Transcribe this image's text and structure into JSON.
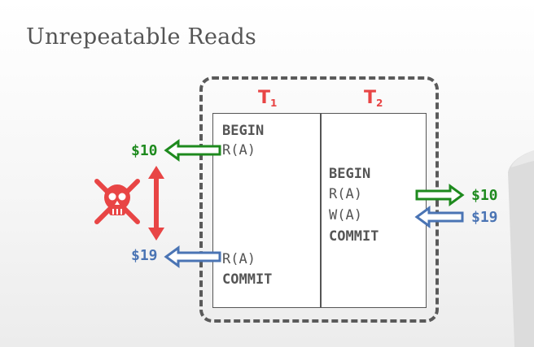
{
  "title": "Unrepeatable Reads",
  "transactions": [
    {
      "id": "T",
      "sub": "1"
    },
    {
      "id": "T",
      "sub": "2"
    }
  ],
  "t1_ops": [
    "BEGIN",
    "R(A)",
    "R(A)",
    "COMMIT"
  ],
  "t2_ops": [
    "BEGIN",
    "R(A)",
    "W(A)",
    "COMMIT"
  ],
  "values": {
    "t1_first_read": "$10",
    "t1_second_read": "$19",
    "t2_read": "$10",
    "t2_write": "$19"
  },
  "colors": {
    "title": "#555555",
    "txn_header": "#e84545",
    "read_arrow": "#1e8a1e",
    "write_arrow": "#4a74b4",
    "danger": "#e84545"
  },
  "icons": [
    "skull-crossbones-icon",
    "double-arrow-icon",
    "database-cylinder-icon"
  ]
}
